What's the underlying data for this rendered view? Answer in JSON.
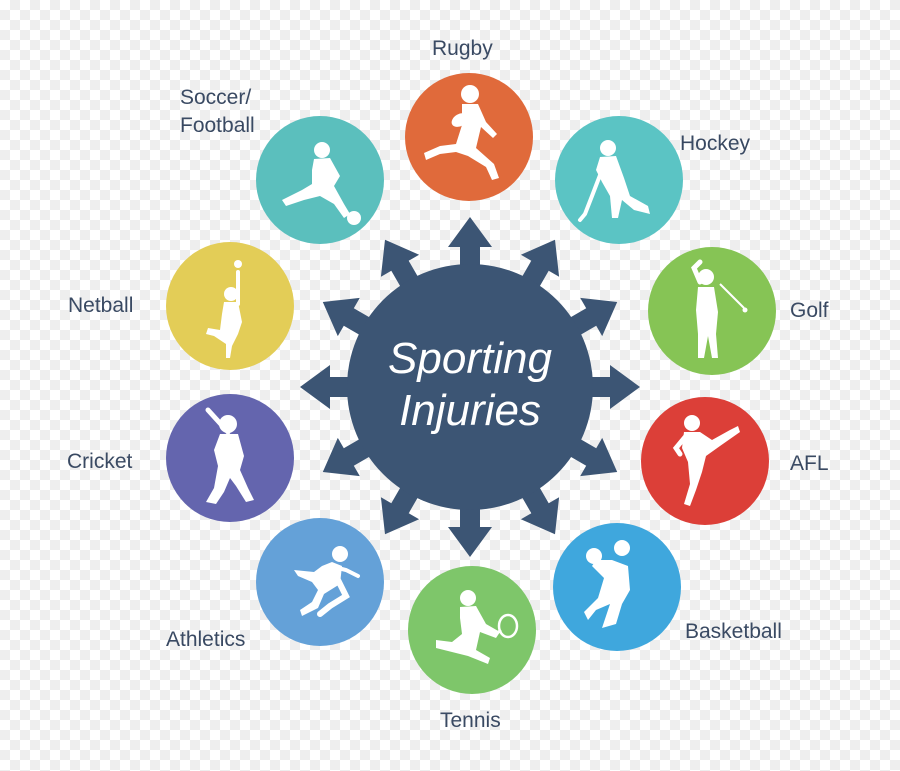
{
  "center": {
    "title_line1": "Sporting",
    "title_line2": "Injuries",
    "color": "#3c5574"
  },
  "sports": [
    {
      "label": "Rugby",
      "color": "#e06a3b",
      "icon": "rugby-player-icon"
    },
    {
      "label": "Hockey",
      "color": "#5bc4c4",
      "icon": "hockey-player-icon"
    },
    {
      "label": "Golf",
      "color": "#86c455",
      "icon": "golfer-icon"
    },
    {
      "label": "AFL",
      "color": "#dc3f38",
      "icon": "afl-kicker-icon"
    },
    {
      "label": "Basketball",
      "color": "#3fa7dd",
      "icon": "basketball-player-icon"
    },
    {
      "label": "Tennis",
      "color": "#7ec66a",
      "icon": "tennis-player-icon"
    },
    {
      "label": "Athletics",
      "color": "#64a1d8",
      "icon": "sprinter-icon"
    },
    {
      "label": "Cricket",
      "color": "#6465ae",
      "icon": "cricket-batsman-icon"
    },
    {
      "label": "Netball",
      "color": "#e3cd57",
      "icon": "netball-player-icon"
    },
    {
      "label": "Soccer/\nFootball",
      "color": "#5bbfbd",
      "icon": "soccer-player-icon"
    }
  ]
}
